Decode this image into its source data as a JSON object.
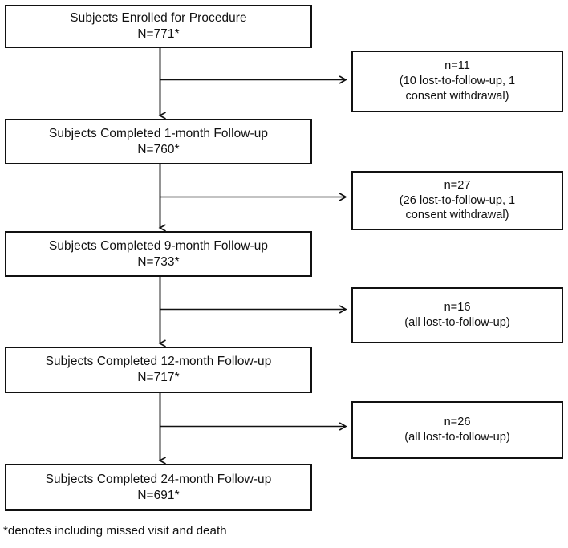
{
  "figure": {
    "type": "flowchart",
    "orientation": "vertical-with-right-branches",
    "footnote": "*denotes including missed visit and death"
  },
  "main_nodes": [
    {
      "title": "Subjects Enrolled for Procedure",
      "count": "N=771*"
    },
    {
      "title": "Subjects Completed 1-month Follow-up",
      "count": "N=760*"
    },
    {
      "title": "Subjects Completed 9-month Follow-up",
      "count": "N=733*"
    },
    {
      "title": "Subjects Completed 12-month Follow-up",
      "count": "N=717*"
    },
    {
      "title": "Subjects Completed 24-month Follow-up",
      "count": "N=691*"
    }
  ],
  "side_nodes": [
    {
      "count": "n=11",
      "detail_line_1": "(10 lost-to-follow-up,  1",
      "detail_line_2": "consent withdrawal)"
    },
    {
      "count": "n=27",
      "detail_line_1": "(26 lost-to-follow-up,  1",
      "detail_line_2": "consent withdrawal)"
    },
    {
      "count": "n=16",
      "detail_line_1": "(all lost-to-follow-up)",
      "detail_line_2": ""
    },
    {
      "count": "n=26",
      "detail_line_1": "(all lost-to-follow-up)",
      "detail_line_2": ""
    }
  ],
  "colors": {
    "stroke": "#111111",
    "background": "#ffffff",
    "text": "#111111"
  }
}
